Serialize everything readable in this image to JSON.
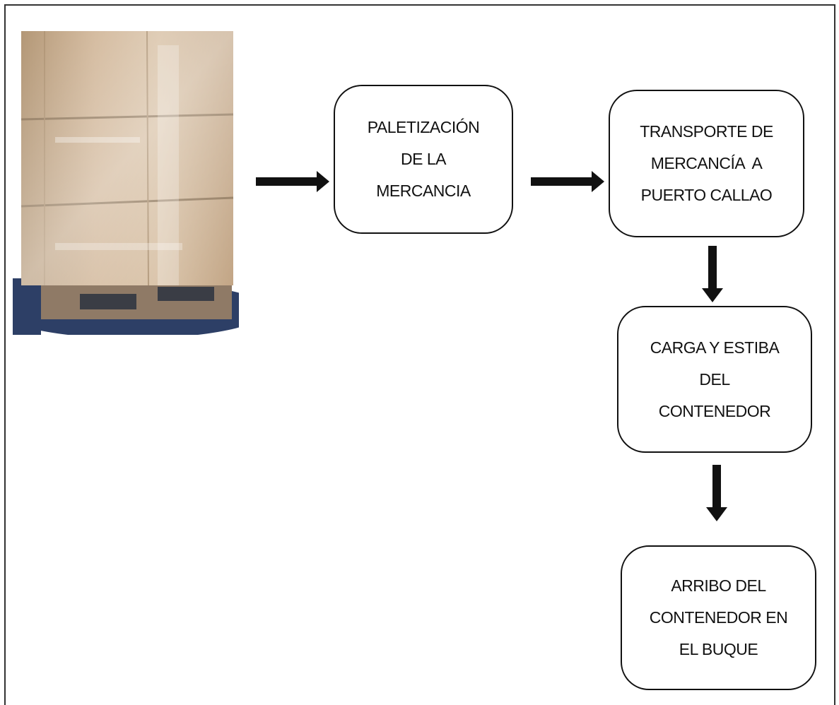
{
  "flow": {
    "steps": [
      {
        "lines": [
          "PALETIZACIÓN",
          "DE LA",
          "MERCANCIA"
        ]
      },
      {
        "lines": [
          "TRANSPORTE DE",
          "MERCANCÍA  A",
          "PUERTO CALLAO"
        ]
      },
      {
        "lines": [
          "CARGA Y ESTIBA",
          "DEL",
          "CONTENEDOR"
        ]
      },
      {
        "lines": [
          "ARRIBO DEL",
          "CONTENEDOR EN",
          "EL BUQUE"
        ]
      }
    ]
  },
  "colors": {
    "line": "#111111",
    "box_fill": "#c9ac8a",
    "box_shade": "#a98d6c",
    "wrap_highlight": "#e7e1d8",
    "turntable": "#2d3f66"
  },
  "image": {
    "icon": "wrapped-pallet-of-boxes"
  }
}
